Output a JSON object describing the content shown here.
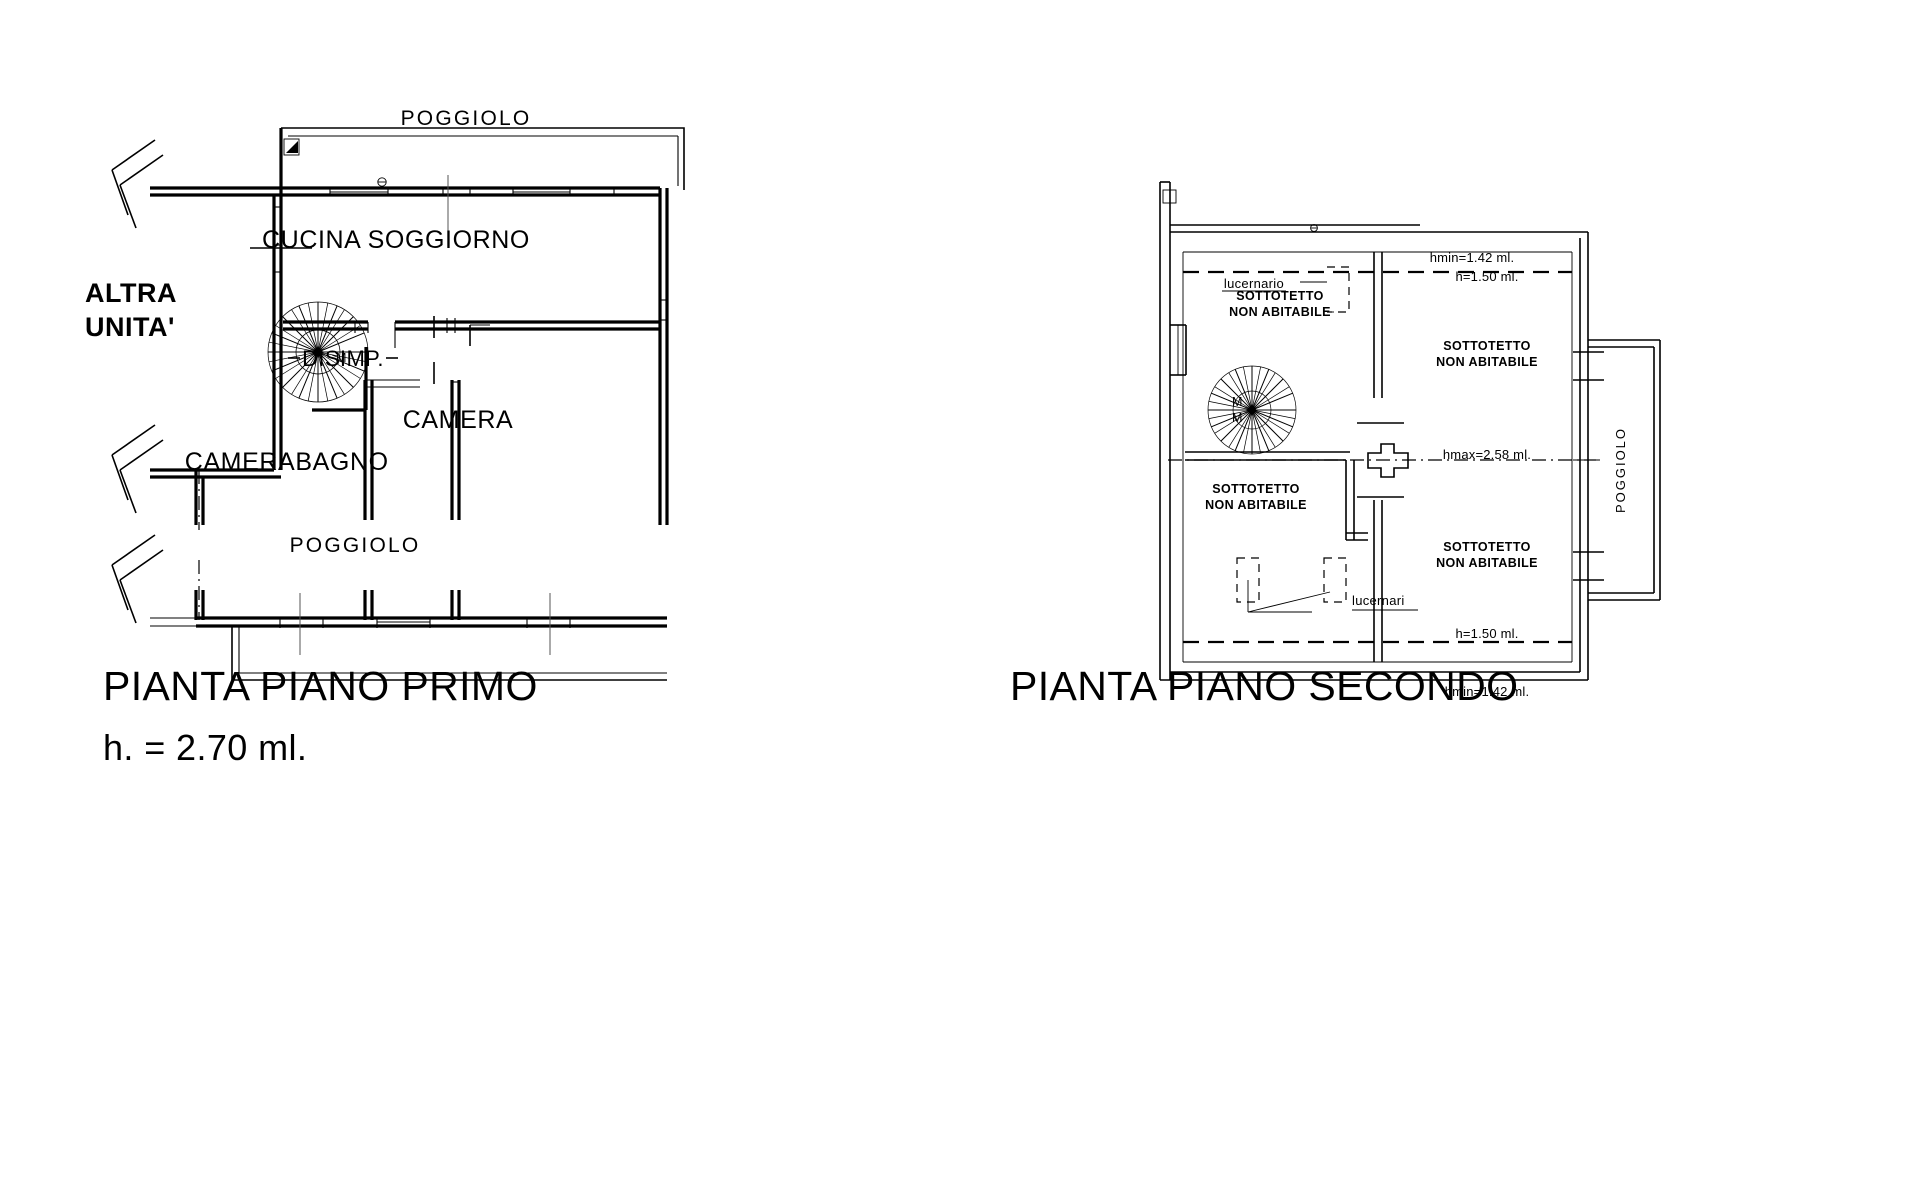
{
  "document": {
    "kind": "architectural-floor-plan",
    "background_color": "#ffffff",
    "line_color": "#000000"
  },
  "plan_first": {
    "title": "PIANTA PIANO PRIMO",
    "subtitle": "h. = 2.70 ml.",
    "rooms": [
      {
        "id": "balcony-top",
        "label": "POGGIOLO"
      },
      {
        "id": "kitchen-living",
        "label": "CUCINA SOGGIORNO"
      },
      {
        "id": "hallway",
        "label": "DISIMP."
      },
      {
        "id": "bedroom-right",
        "label": "CAMERA"
      },
      {
        "id": "bedroom-left",
        "label": "CAMERA"
      },
      {
        "id": "bathroom",
        "label": "BAGNO"
      },
      {
        "id": "balcony-bottom",
        "label": "POGGIOLO"
      }
    ],
    "annotations": [
      {
        "id": "other-unit-line1",
        "label": "ALTRA"
      },
      {
        "id": "other-unit-line2",
        "label": "UNITA'"
      }
    ]
  },
  "plan_second": {
    "title": "PIANTA PIANO SECONDO",
    "rooms": [
      {
        "id": "attic-top-left",
        "line1": "SOTTOTETTO",
        "line2": "NON ABITABILE"
      },
      {
        "id": "attic-top-right",
        "line1": "SOTTOTETTO",
        "line2": "NON ABITABILE"
      },
      {
        "id": "attic-bottom-left",
        "line1": "SOTTOTETTO",
        "line2": "NON ABITABILE"
      },
      {
        "id": "attic-bottom-right",
        "line1": "SOTTOTETTO",
        "line2": "NON ABITABILE"
      }
    ],
    "skylights": [
      {
        "id": "skylight-upper",
        "label": "lucernario"
      },
      {
        "id": "skylight-lower",
        "label": "lucernari"
      }
    ],
    "balcony": {
      "id": "balcony-right",
      "label": "POGGIOLO"
    },
    "heights": [
      {
        "id": "hmin-top",
        "label": "hmin=1.42 ml."
      },
      {
        "id": "h-top",
        "label": "h=1.50 ml."
      },
      {
        "id": "hmax-middle",
        "label": "hmax=2.58 ml."
      },
      {
        "id": "h-bottom",
        "label": "h=1.50 ml."
      },
      {
        "id": "hmin-bottom",
        "label": "hmin=1.42 ml."
      }
    ]
  }
}
